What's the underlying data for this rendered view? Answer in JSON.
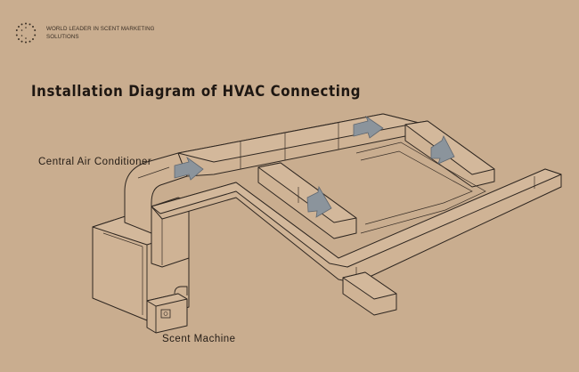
{
  "brand": {
    "line1": "WORLD LEADER IN SCENT MARKETING",
    "line2": "SOLUTIONS",
    "logo_icon": "dotted-circle-logo-icon"
  },
  "title": "Installation Diagram of HVAC Connecting",
  "labels": {
    "air_conditioner": "Central Air Conditioner",
    "scent_machine": "Scent Machine"
  },
  "colors": {
    "background": "#c9ad8f",
    "duct_fill": "#cfb395",
    "line": "#2e2620",
    "arrow": "#8b949c"
  },
  "icons": [
    "dotted-circle-logo-icon",
    "airflow-arrow-icon"
  ]
}
